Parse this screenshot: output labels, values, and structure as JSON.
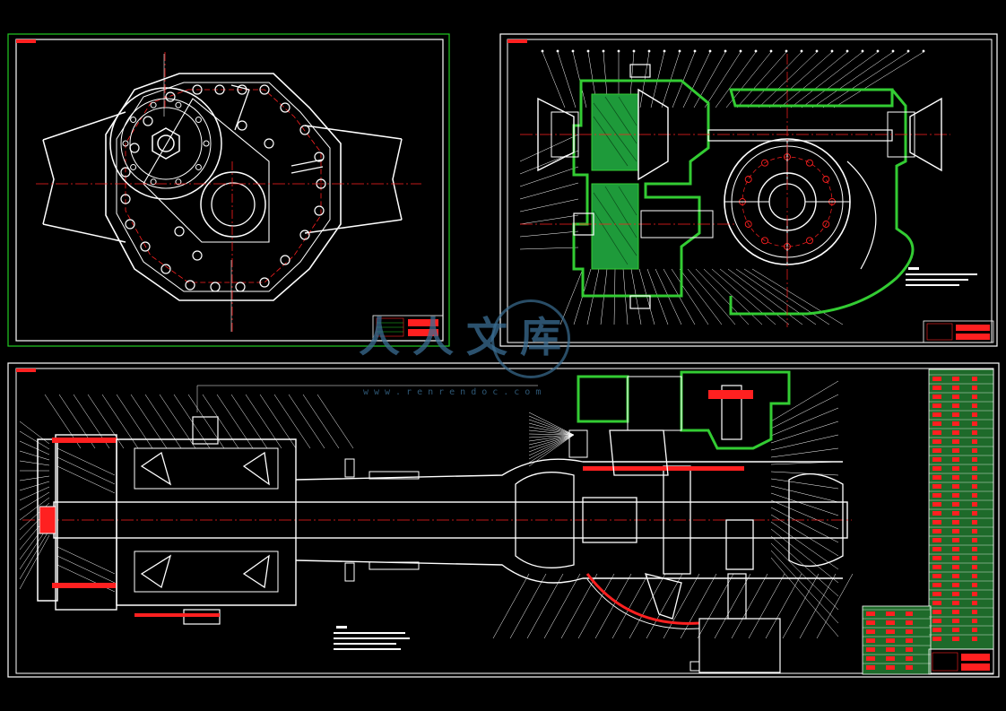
{
  "watermark": {
    "text": "人人文库",
    "url": "www.renrendoc.com"
  },
  "colors": {
    "background": "#000000",
    "line": "#ffffff",
    "green": "#33cc33",
    "green_fill": "#1e9a3a",
    "red": "#ff2020",
    "frame_green": "#22cc22"
  },
  "views": [
    {
      "name": "end-view",
      "frame_color": "green"
    },
    {
      "name": "top-section-view",
      "frame_color": "white"
    },
    {
      "name": "main-section-view",
      "frame_color": "white"
    }
  ]
}
